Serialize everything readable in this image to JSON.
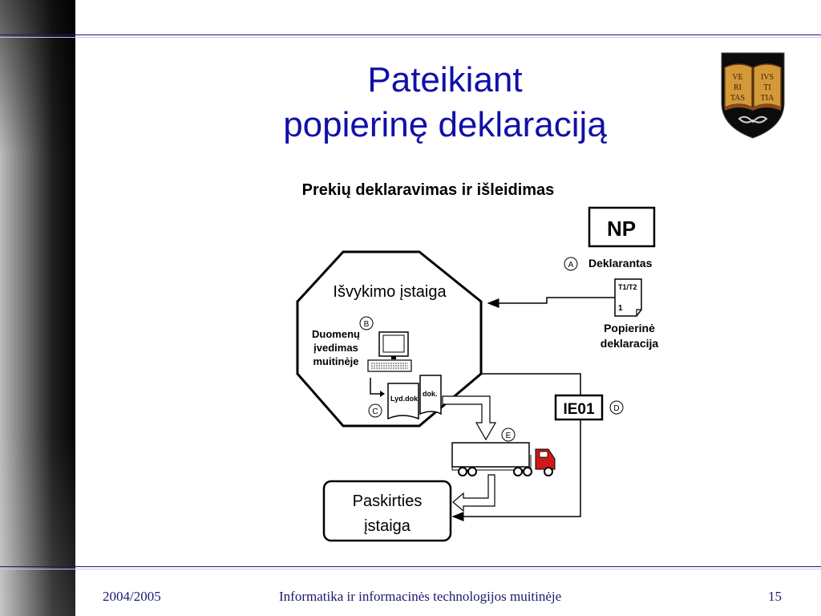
{
  "slide": {
    "title_line1": "Pateikiant",
    "title_line2": "popierinę deklaraciją"
  },
  "crest": {
    "book_words": [
      "VE",
      "RI",
      "TAS",
      "IVS",
      "TI",
      "TIA"
    ]
  },
  "diagram": {
    "heading": "Prekių deklaravimas ir išleidimas",
    "np_label": "NP",
    "marker_a": "A",
    "declarant_label": "Deklarantas",
    "doc_code": "T1/T2",
    "doc_number": "1",
    "paper_decl_line1": "Popierinė",
    "paper_decl_line2": "deklaracija",
    "departure_office": "Išvykimo įstaiga",
    "marker_b": "B",
    "data_entry_line1": "Duomenų",
    "data_entry_line2": "įvedimas",
    "data_entry_line3": "muitinėje",
    "lyd_dok": "Lyd.dok",
    "dok": "dok.",
    "marker_c": "C",
    "ie01_label": "IE01",
    "marker_d": "D",
    "marker_e": "E",
    "destination_line1": "Paskirties",
    "destination_line2": "įstaiga"
  },
  "colors": {
    "title": "#1010a8",
    "truck_cab": "#d01818"
  },
  "footer": {
    "year": "2004/2005",
    "course": "Informatika ir informacinės technologijos muitinėje",
    "page": "15"
  }
}
